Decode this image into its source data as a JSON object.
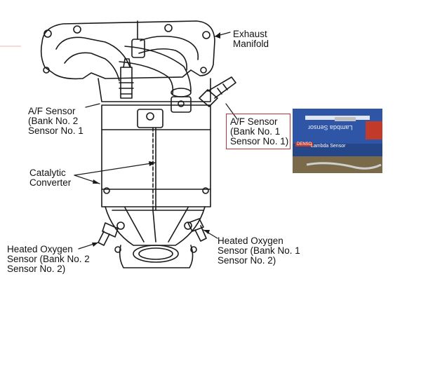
{
  "colors": {
    "line": "#1a1a1a",
    "callout_border": "#b43a3a",
    "photo_box_blue": "#2f55a6",
    "photo_background": "#6b4f2a"
  },
  "labels": {
    "exhaust_manifold": "Exhaust\nManifold",
    "af_sensor_bank2": "A/F Sensor\n(Bank No. 2\nSensor No. 1",
    "af_sensor_bank1": "A/F Sensor\n(Bank No. 1\nSensor No. 1)",
    "catalytic_converter": "Catalytic\nConverter",
    "heated_o2_bank2": "Heated Oxygen\nSensor (Bank No. 2\nSensor No. 2)",
    "heated_o2_bank1": "Heated Oxygen\nSensor (Bank No. 1\nSensor No. 2)"
  },
  "photo": {
    "box_text": "Lambda Sensor",
    "box_text_mirrored": "Lambda Sensor",
    "brand": "DENSO"
  }
}
